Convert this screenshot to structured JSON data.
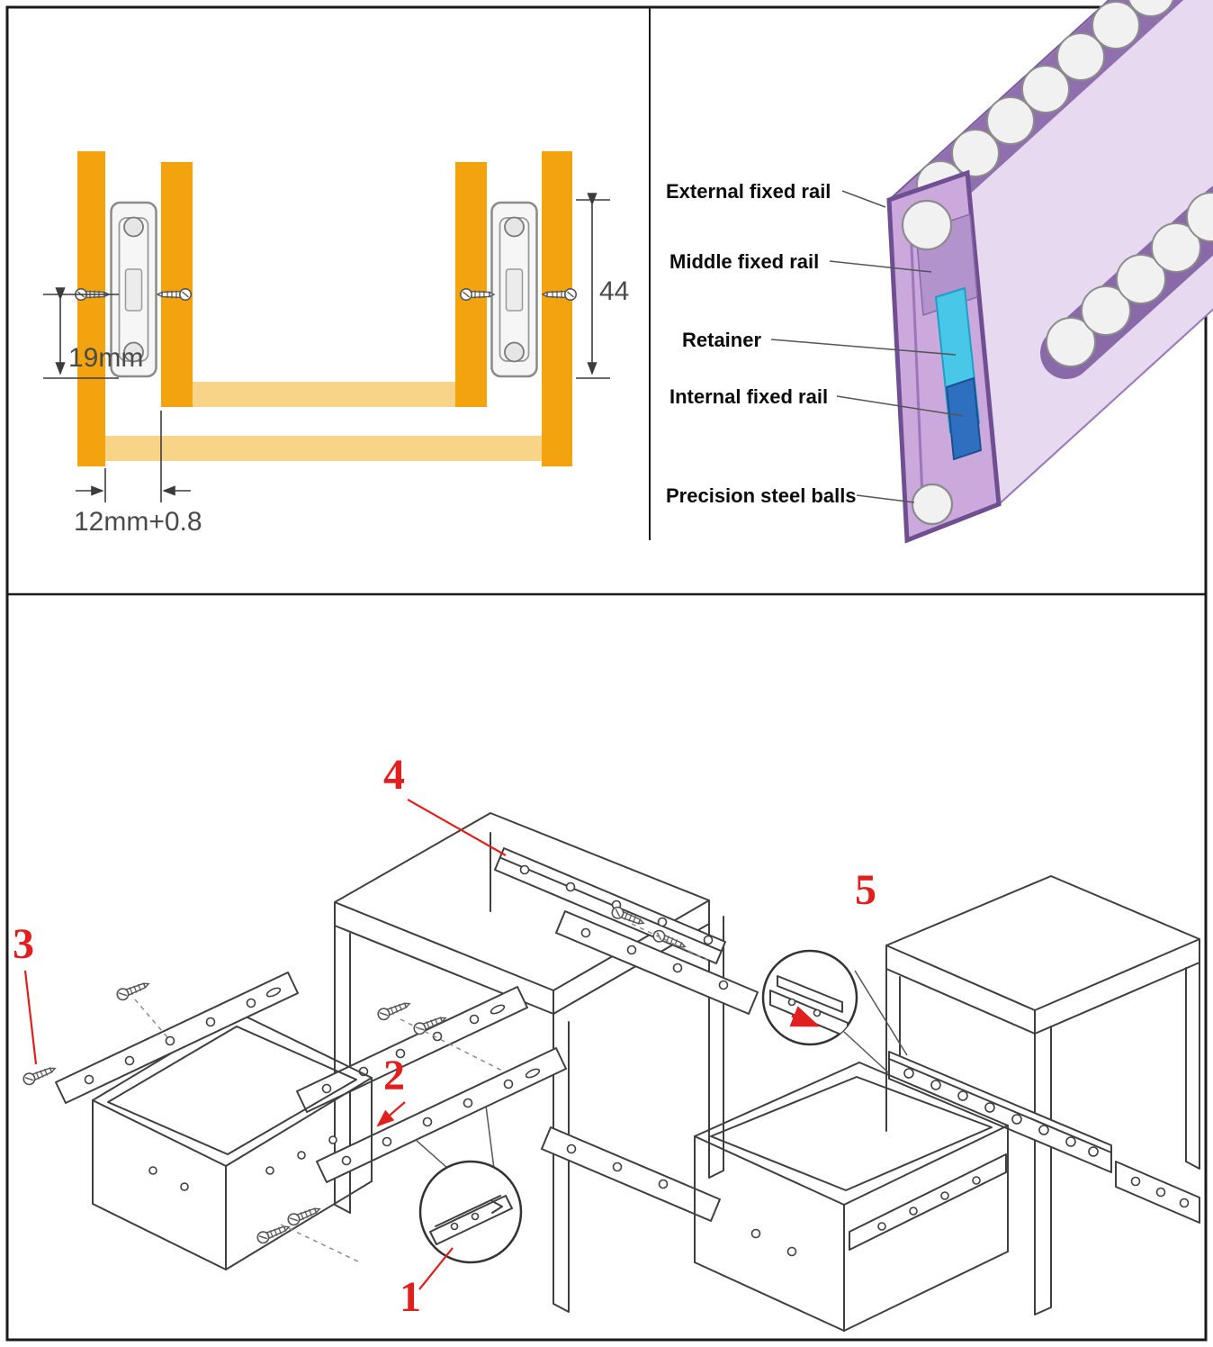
{
  "page": {
    "type": "drawer-slide-infographic",
    "background": "#ffffff"
  },
  "cross_section": {
    "dim_side": "19mm",
    "dim_height": "44",
    "dim_bottom": "12mm+0.8"
  },
  "cutaway": {
    "labels": [
      "External fixed rail",
      "Middle fixed rail",
      "Retainer",
      "Internal fixed rail",
      "Precision steel balls"
    ]
  },
  "installation": {
    "step_numbers": [
      "1",
      "2",
      "3",
      "4",
      "5"
    ]
  },
  "colors": {
    "wood": "#f2a30d",
    "wood_light": "#f8d489",
    "annotation_red": "#e01f1f",
    "slide_purple": "#cba9dc",
    "slide_purple_dark": "#7b5a9b",
    "retainer_cyan": "#49c7e9",
    "internal_rail_blue": "#2f6fbf",
    "line_dark": "#3f3f3f"
  }
}
